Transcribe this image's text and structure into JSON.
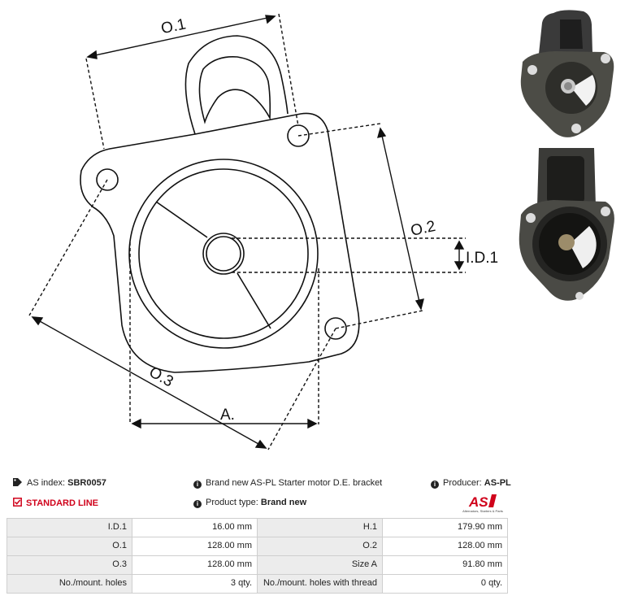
{
  "diagram": {
    "labels": {
      "o1": "O.1",
      "o2": "O.2",
      "o3": "O.3",
      "id1": "I.D.1",
      "a": "A."
    }
  },
  "info": {
    "as_index_label": "AS index:",
    "as_index_value": "SBR0057",
    "description": "Brand new AS-PL Starter motor D.E. bracket",
    "producer_label": "Producer:",
    "producer_value": "AS-PL",
    "line": "STANDARD LINE",
    "product_type_label": "Product type:",
    "product_type_value": "Brand new",
    "logo_text": "AS",
    "logo_caption": "Alternators, Starters & Parts"
  },
  "specs": {
    "rows": [
      {
        "l1": "I.D.1",
        "v1": "16.00 mm",
        "l2": "H.1",
        "v2": "179.90 mm"
      },
      {
        "l1": "O.1",
        "v1": "128.00 mm",
        "l2": "O.2",
        "v2": "128.00 mm"
      },
      {
        "l1": "O.3",
        "v1": "128.00 mm",
        "l2": "Size A",
        "v2": "91.80 mm"
      },
      {
        "l1": "No./mount. holes",
        "v1": "3 qty.",
        "l2": "No./mount. holes with thread",
        "v2": "0 qty."
      }
    ]
  },
  "colors": {
    "accent_red": "#d0021b",
    "table_label_bg": "#ececec",
    "table_border": "#cfcfcf"
  }
}
